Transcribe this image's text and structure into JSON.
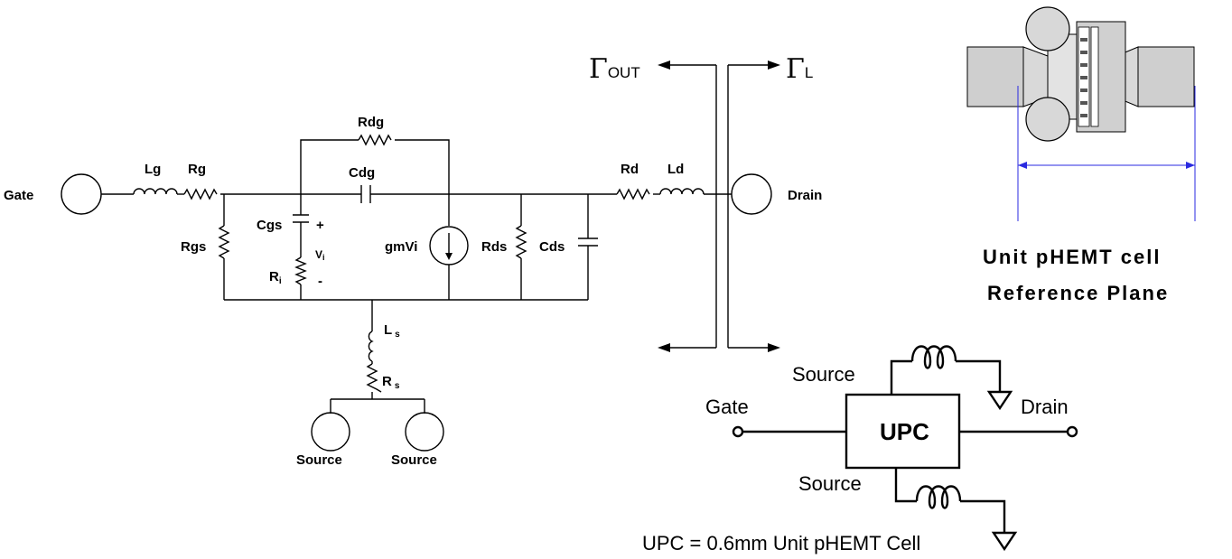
{
  "circuit": {
    "gate_terminal": "Gate",
    "drain_terminal": "Drain",
    "source_terminal_1": "Source",
    "source_terminal_2": "Source",
    "Lg": "Lg",
    "Rg": "Rg",
    "Rgs": "Rgs",
    "Cgs": "Cgs",
    "Ri_main": "R",
    "Ri_sub": "i",
    "Vi_main": "V",
    "Vi_sub": "i",
    "plus": "+",
    "minus": "-",
    "Rdg": "Rdg",
    "Cdg": "Cdg",
    "gmVi": "gmVi",
    "Rds": "Rds",
    "Cds": "Cds",
    "Rd": "Rd",
    "Ld": "Ld",
    "Ls_main": "L",
    "Ls_sub": "s",
    "Rs_main": "R",
    "Rs_sub": "s"
  },
  "reflection": {
    "gamma_symbol": "Γ",
    "out_sub": "OUT",
    "load_sub": "L"
  },
  "reference_plane": {
    "line1": "Unit pHEMT cell",
    "line2": "Reference Plane"
  },
  "upc_block": {
    "block_label": "UPC",
    "gate": "Gate",
    "drain": "Drain",
    "source_top": "Source",
    "source_bottom": "Source",
    "caption": "UPC = 0.6mm Unit pHEMT Cell"
  }
}
